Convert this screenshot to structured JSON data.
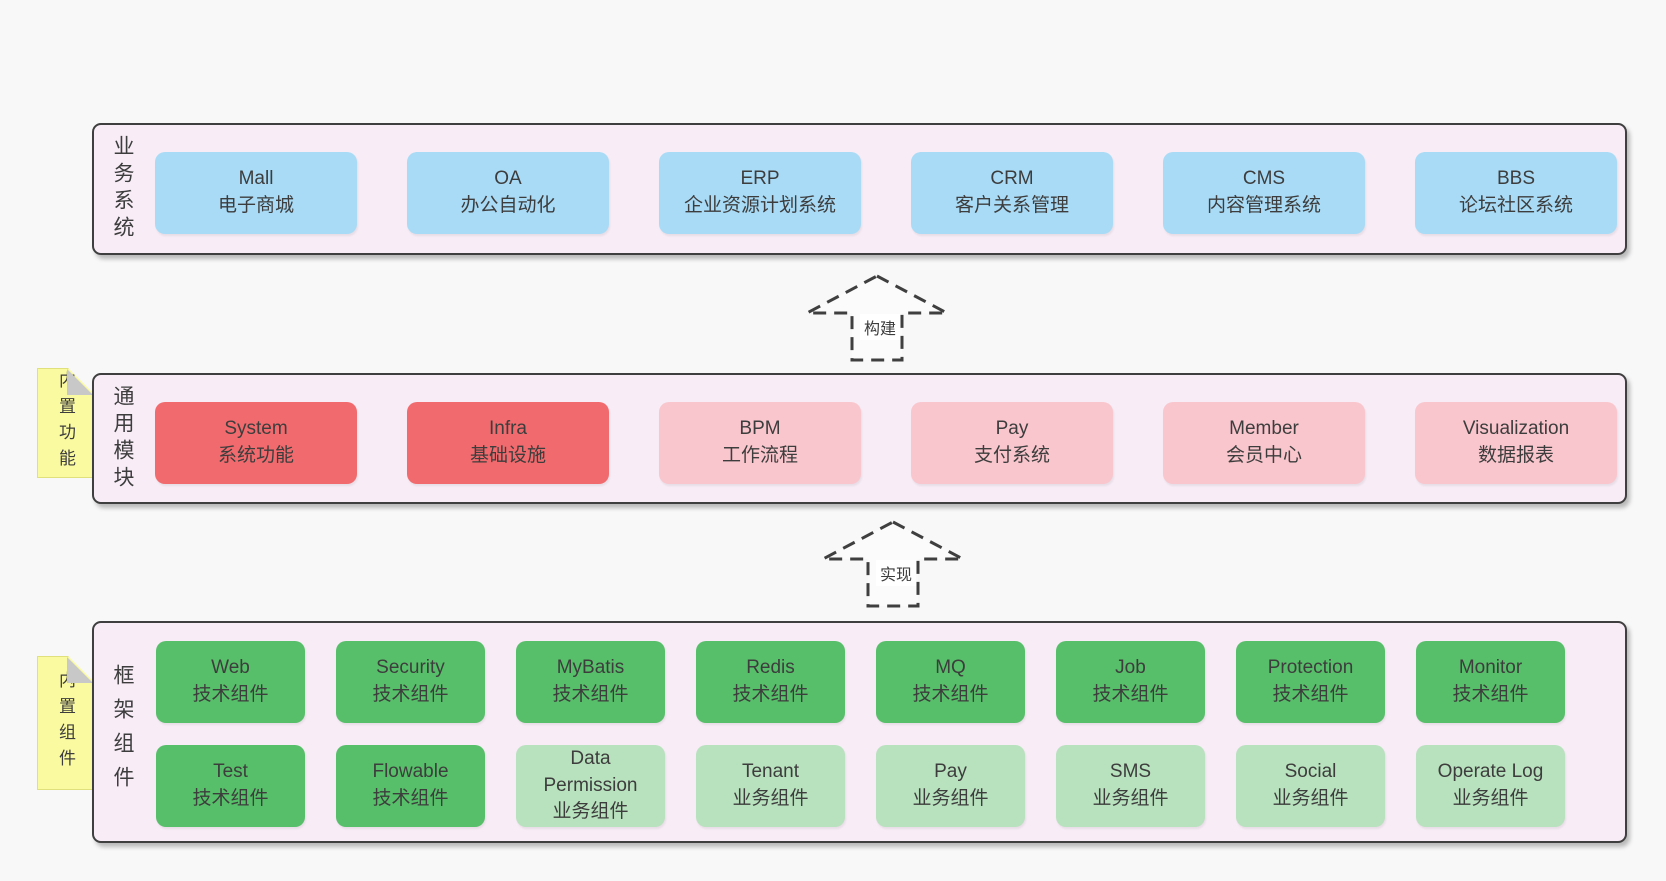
{
  "colors": {
    "page-bg": "#f8f8f8",
    "layer-bg": "#f8edf7",
    "layer-border": "#3f3f3f",
    "blue": "#a9dbf6",
    "red": "#f16b6e",
    "pink": "#f9c6cd",
    "green": "#57bf69",
    "light-green": "#b8e1bd",
    "note-yellow": "#fafaa0",
    "text": "#3d3d3d",
    "fold-gray": "#c8c8c8"
  },
  "layers": [
    {
      "label": "业务系统",
      "boxes": [
        {
          "en": "Mall",
          "zh": "电子商城"
        },
        {
          "en": "OA",
          "zh": "办公自动化"
        },
        {
          "en": "ERP",
          "zh": "企业资源计划系统"
        },
        {
          "en": "CRM",
          "zh": "客户关系管理"
        },
        {
          "en": "CMS",
          "zh": "内容管理系统"
        },
        {
          "en": "BBS",
          "zh": "论坛社区系统"
        }
      ]
    },
    {
      "label": "通用模块",
      "note": "内置功能",
      "boxes": [
        {
          "en": "System",
          "zh": "系统功能"
        },
        {
          "en": "Infra",
          "zh": "基础设施"
        },
        {
          "en": "BPM",
          "zh": "工作流程"
        },
        {
          "en": "Pay",
          "zh": "支付系统"
        },
        {
          "en": "Member",
          "zh": "会员中心"
        },
        {
          "en": "Visualization",
          "zh": "数据报表"
        }
      ]
    },
    {
      "label": "框架组件",
      "note": "内置组件",
      "rows": [
        [
          {
            "en": "Web",
            "zh": "技术组件"
          },
          {
            "en": "Security",
            "zh": "技术组件"
          },
          {
            "en": "MyBatis",
            "zh": "技术组件"
          },
          {
            "en": "Redis",
            "zh": "技术组件"
          },
          {
            "en": "MQ",
            "zh": "技术组件"
          },
          {
            "en": "Job",
            "zh": "技术组件"
          },
          {
            "en": "Protection",
            "zh": "技术组件"
          },
          {
            "en": "Monitor",
            "zh": "技术组件"
          }
        ],
        [
          {
            "en": "Test",
            "zh": "技术组件"
          },
          {
            "en": "Flowable",
            "zh": "技术组件"
          },
          {
            "en": "Data Permission",
            "zh": "业务组件"
          },
          {
            "en": "Tenant",
            "zh": "业务组件"
          },
          {
            "en": "Pay",
            "zh": "业务组件"
          },
          {
            "en": "SMS",
            "zh": "业务组件"
          },
          {
            "en": "Social",
            "zh": "业务组件"
          },
          {
            "en": "Operate Log",
            "zh": "业务组件"
          }
        ]
      ]
    }
  ],
  "arrows": [
    {
      "label": "构建"
    },
    {
      "label": "实现"
    }
  ]
}
